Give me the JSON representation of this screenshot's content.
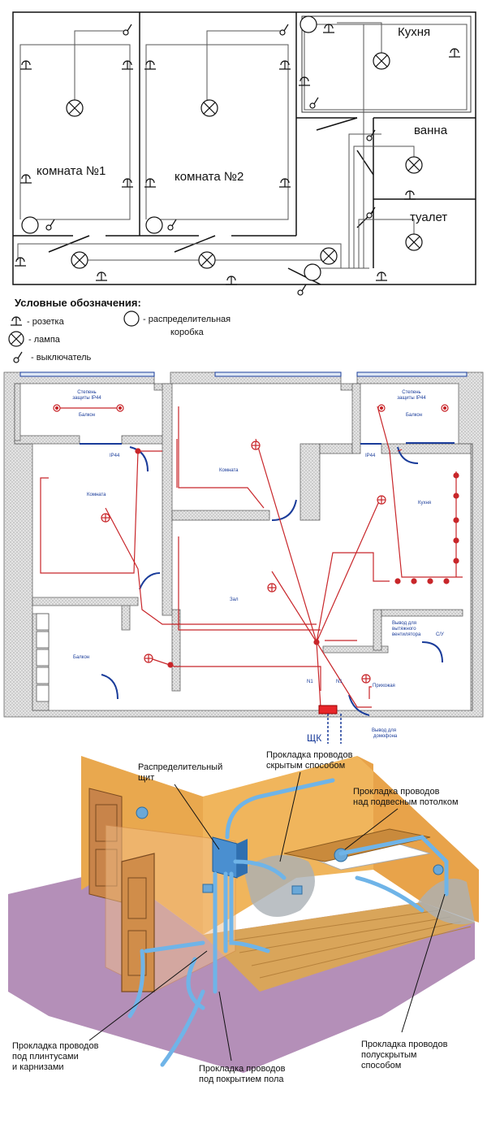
{
  "plan1": {
    "rooms": {
      "room1": "комната №1",
      "room2": "комната №2",
      "kitchen": "Кухня",
      "bath": "ванна",
      "toilet": "туалет"
    },
    "legend": {
      "title": "Условные обозначения:",
      "socket": "- розетка",
      "lamp": "- лампа",
      "switch": "- выключатель",
      "box_line1": "- распределительная",
      "box_line2": "коробка"
    }
  },
  "plan2": {
    "balcony_protect_line1": "Степень",
    "balcony_protect_line2": "защиты IP44",
    "balcony": "Балкон",
    "ip44": "IP44",
    "room_left": "Комната",
    "room_top": "Комната",
    "kitchen": "Кухня",
    "hall": "Зал",
    "storage": "Балкон",
    "vent_line1": "Вывод для",
    "vent_line2": "вытяжного",
    "vent_line3": "вентилятора",
    "bathroom": "С/У",
    "hallway": "Прихожая",
    "n1": "N1",
    "panel": "ЩК",
    "intercom_line1": "Вывод для",
    "intercom_line2": "домофона"
  },
  "scene3": {
    "panel_label_line1": "Распределительный",
    "panel_label_line2": "щит",
    "hidden_line1": "Прокладка проводов",
    "hidden_line2": "скрытым способом",
    "ceiling_line1": "Прокладка проводов",
    "ceiling_line2": "над подвесным потолком",
    "baseboard_line1": "Прокладка проводов",
    "baseboard_line2": "под плинтусами",
    "baseboard_line3": "и карнизами",
    "floor_line1": "Прокладка проводов",
    "floor_line2": "под покрытием пола",
    "semi_line1": "Прокладка проводов",
    "semi_line2": "полускрытым",
    "semi_line3": "способом"
  }
}
